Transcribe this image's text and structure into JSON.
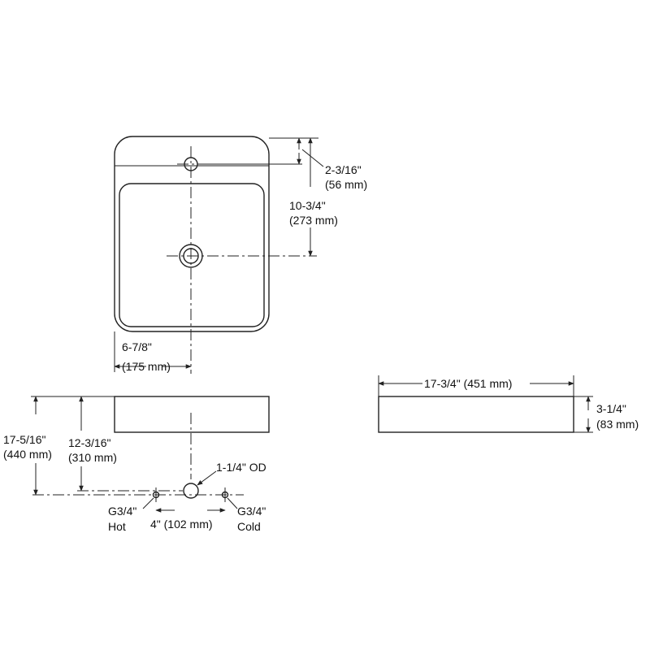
{
  "top_view": {
    "faucet_to_back": {
      "imperial": "2-3/16\"",
      "metric": "(56 mm)"
    },
    "drain_to_back": {
      "imperial": "10-3/4\"",
      "metric": "(273 mm)"
    },
    "drain_to_side": {
      "imperial": "6-7/8\"",
      "metric": "(175 mm)"
    }
  },
  "front_view": {
    "total_height": {
      "imperial": "17-5/16\"",
      "metric": "(440 mm)"
    },
    "drain_height": {
      "imperial": "12-3/16\"",
      "metric": "(310 mm)"
    },
    "drain_od": "1-1/4\" OD",
    "supply_spacing": "4\" (102 mm)",
    "hot_supply": {
      "size": "G3/4\"",
      "label": "Hot"
    },
    "cold_supply": {
      "size": "G3/4\"",
      "label": "Cold"
    }
  },
  "side_view": {
    "width": "17-3/4\" (451 mm)",
    "height": {
      "imperial": "3-1/4\"",
      "metric": "(83 mm)"
    }
  }
}
